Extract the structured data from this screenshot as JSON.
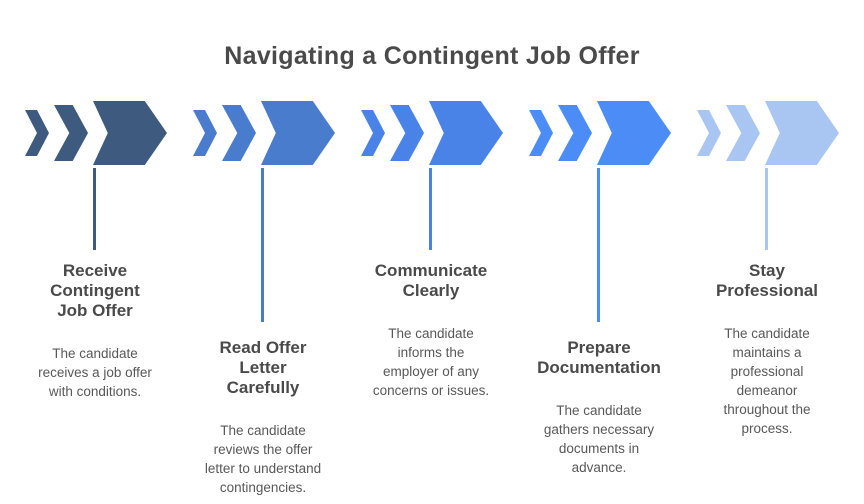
{
  "title": "Navigating a Contingent Job Offer",
  "colors": {
    "background": "#ffffff",
    "title_text": "#4a4a4a",
    "step_title_text": "#4a4a4a",
    "step_description_text": "#585858"
  },
  "steps": [
    {
      "title": "Receive Contingent Job Offer",
      "title_lines": [
        "Receive",
        "Contingent",
        "Job Offer"
      ],
      "description": "The candidate receives a job offer with conditions.",
      "description_lines": [
        "The candidate",
        "receives a job offer",
        "with conditions."
      ],
      "accent": "#3e5a7e",
      "icon": "chevron-arrow-right-icon",
      "connector": "short"
    },
    {
      "title": "Read Offer Letter Carefully",
      "title_lines": [
        "Read Offer",
        "Letter",
        "Carefully"
      ],
      "description": "The candidate reviews the offer letter to understand contingencies.",
      "description_lines": [
        "The candidate",
        "reviews the offer",
        "letter to understand",
        "contingencies."
      ],
      "accent": "#4a7ccd",
      "icon": "chevron-arrow-right-icon",
      "connector": "long"
    },
    {
      "title": "Communicate Clearly",
      "title_lines": [
        "Communicate",
        "Clearly"
      ],
      "description": "The candidate informs the employer of any concerns or issues.",
      "description_lines": [
        "The candidate",
        "informs the",
        "employer of any",
        "concerns or issues."
      ],
      "accent": "#4a83e8",
      "icon": "chevron-arrow-right-icon",
      "connector": "short"
    },
    {
      "title": "Prepare Documentation",
      "title_lines": [
        "Prepare",
        "Documentation"
      ],
      "description": "The candidate gathers necessary documents in advance.",
      "description_lines": [
        "The candidate",
        "gathers necessary",
        "documents in",
        "advance."
      ],
      "accent": "#4b8cf7",
      "icon": "chevron-arrow-right-icon",
      "connector": "long"
    },
    {
      "title": "Stay Professional",
      "title_lines": [
        "Stay",
        "Professional"
      ],
      "description": "The candidate maintains a professional demeanor throughout the process.",
      "description_lines": [
        "The candidate",
        "maintains a",
        "professional",
        "demeanor",
        "throughout the",
        "process."
      ],
      "accent": "#a9c6f3",
      "icon": "chevron-arrow-right-icon",
      "connector": "short"
    }
  ]
}
